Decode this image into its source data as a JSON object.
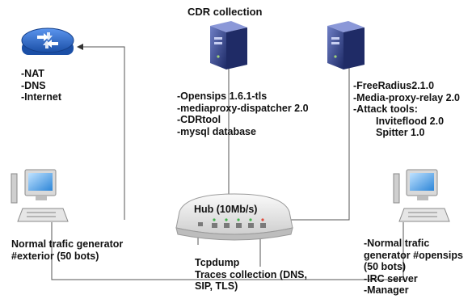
{
  "nodes": {
    "router": {
      "icon": "router-icon",
      "lines": [
        "-NAT",
        "-DNS",
        "-Internet"
      ]
    },
    "cdr_server": {
      "icon": "server-icon",
      "title": "CDR collection",
      "lines": [
        "-Opensips 1.6.1-tls",
        "-mediaproxy-dispatcher 2.0",
        "-CDRtool",
        "-mysql database"
      ]
    },
    "attack_server": {
      "icon": "server-icon",
      "lines": [
        "-FreeRadius2.1.0",
        "-Media-proxy-relay 2.0",
        "-Attack tools:"
      ],
      "tools": [
        "Inviteflood 2.0",
        "Spitter 1.0"
      ]
    },
    "hub": {
      "icon": "hub-icon",
      "label": "Hub (10Mb/s)",
      "capture_lines": [
        "Tcpdump",
        "Traces collection (DNS,",
        "SIP, TLS)"
      ]
    },
    "left_pc": {
      "icon": "computer-icon",
      "lines": [
        "Normal trafic generator",
        "#exterior (50 bots)"
      ]
    },
    "right_pc": {
      "icon": "computer-icon",
      "lines": [
        "-Normal trafic",
        "generator #opensips",
        "(50 bots)",
        "-IRC server",
        "-Manager"
      ]
    }
  },
  "colors": {
    "router": "#2a63c4",
    "server": "#2f3f86",
    "line": "#555555",
    "hub": "#e6e6e6"
  }
}
